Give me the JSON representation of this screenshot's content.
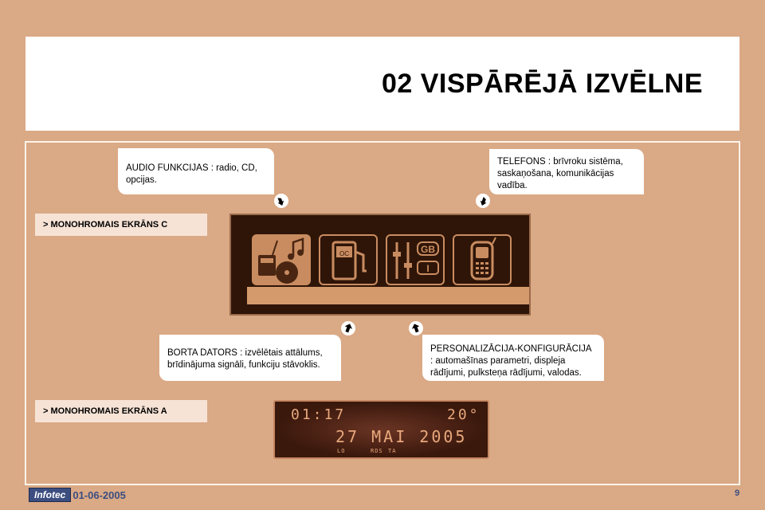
{
  "header": {
    "title": "02 VISPĀRĒJĀ IZVĒLNE"
  },
  "callouts": {
    "audio": "AUDIO FUNKCIJAS : radio, CD, opcijas.",
    "telefons": "TELEFONS : brīvroku sistēma, saskaņošana, komunikācijas vadība.",
    "borta": "BORTA DATORS : izvēlētais attālums, brīdinājuma signāli, funkciju stāvoklis.",
    "personalizacija": "PERSONALIZĀCIJA-KONFIGURĀCIJA : automašīnas parametri, displeja rādījumi, pulksteņa rādījumi, valodas."
  },
  "sections": {
    "screen_c": "> MONOHROMAIS EKRĀNS C",
    "screen_a": "> MONOHROMAIS EKRĀNS A"
  },
  "screen_c": {
    "tiles": [
      "audio-icon",
      "fuel-computer-icon",
      "settings-sliders-icon",
      "mobile-phone-icon"
    ],
    "fuel_label": "OC",
    "lang_labels": [
      "GB",
      "I"
    ]
  },
  "screen_a": {
    "time": "01:17",
    "temperature": "20°",
    "date": "27 MAI 2005",
    "status": [
      "LO",
      "RDS",
      "TA"
    ]
  },
  "footer": {
    "logo": "Infotec",
    "date": "01-06-2005",
    "page": "9"
  },
  "colors": {
    "background": "#daa985",
    "display": "#2f1508",
    "accent": "#d59a6b",
    "footer_text": "#3c4e80"
  }
}
